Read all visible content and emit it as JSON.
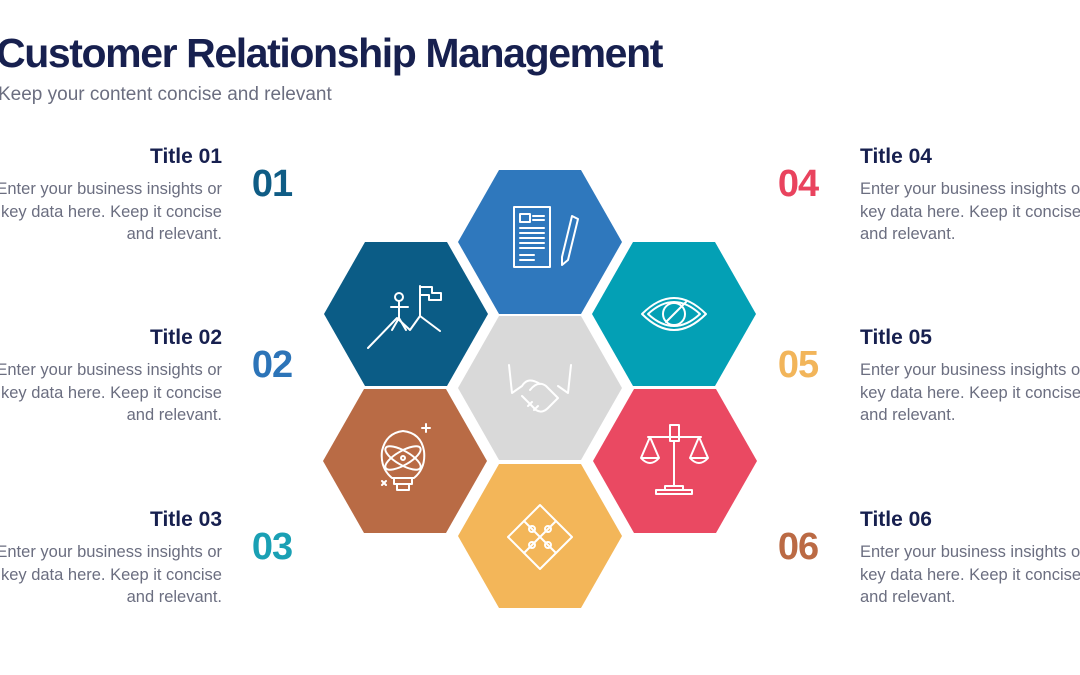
{
  "header": {
    "title": "Customer Relationship Management",
    "subtitle": "Keep your content concise and relevant"
  },
  "items": [
    {
      "number": "01",
      "title": "Title 01",
      "desc": "Enter your business insights or key data here. Keep it concise and relevant.",
      "color": "#0f5c85"
    },
    {
      "number": "02",
      "title": "Title 02",
      "desc": "Enter your business insights or key data here. Keep it concise and relevant.",
      "color": "#2c74b8"
    },
    {
      "number": "03",
      "title": "Title 03",
      "desc": "Enter your business insights or key data here. Keep it concise and relevant.",
      "color": "#1aa0b4"
    },
    {
      "number": "04",
      "title": "Title 04",
      "desc": "Enter your business insights or key data here. Keep it concise and relevant.",
      "color": "#e9435e"
    },
    {
      "number": "05",
      "title": "Title 05",
      "desc": "Enter your business insights or key data here. Keep it concise and relevant.",
      "color": "#f2b55a"
    },
    {
      "number": "06",
      "title": "Title 06",
      "desc": "Enter your business insights or key data here. Keep it concise and relevant.",
      "color": "#bb6a44"
    }
  ],
  "hexagons": [
    {
      "icon": "document-pen-icon",
      "color": "#2f78bd"
    },
    {
      "icon": "mountain-flag-icon",
      "color": "#0b5c86"
    },
    {
      "icon": "vision-eye-icon",
      "color": "#03a0b5"
    },
    {
      "icon": "handshake-icon",
      "color": "#d9d9d9"
    },
    {
      "icon": "idea-bulb-icon",
      "color": "#b96b45"
    },
    {
      "icon": "justice-scale-icon",
      "color": "#ea4962"
    },
    {
      "icon": "puzzle-icon",
      "color": "#f3b659"
    }
  ]
}
